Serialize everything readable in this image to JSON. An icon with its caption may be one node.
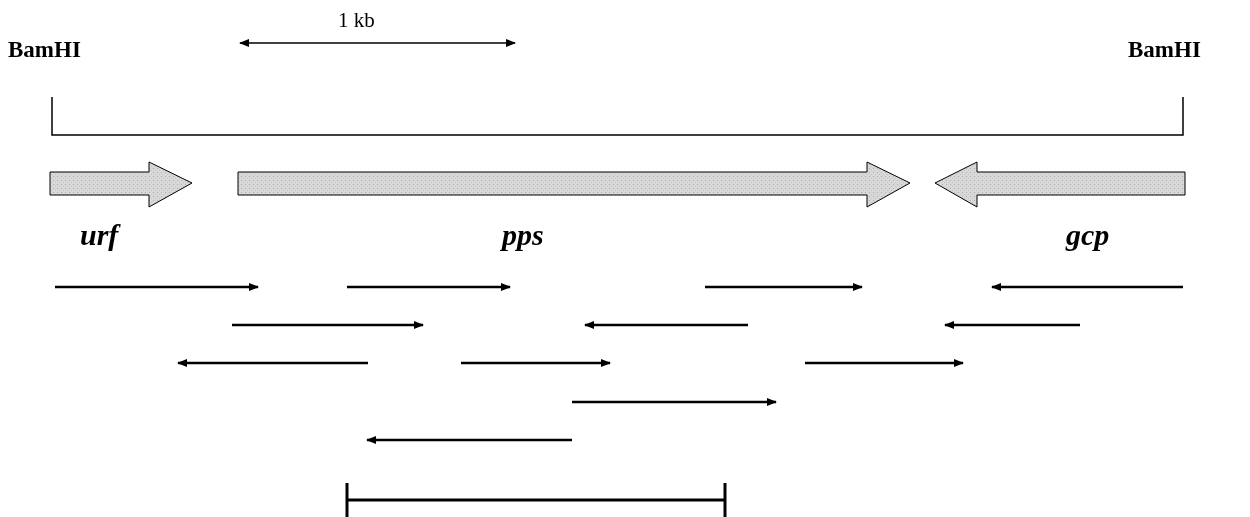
{
  "diagram": {
    "nodes": [
      {
        "text": [],
        "shape": "arrow",
        "beside": [
          "urf"
        ]
      },
      {
        "text": [],
        "shape": "arrow",
        "beside": [
          "pps"
        ]
      },
      {
        "text": [],
        "shape": "arrow",
        "beside": [
          "gcp"
        ]
      }
    ],
    "labels": [
      "BamHI",
      "1 kb",
      "BamHI"
    ]
  }
}
